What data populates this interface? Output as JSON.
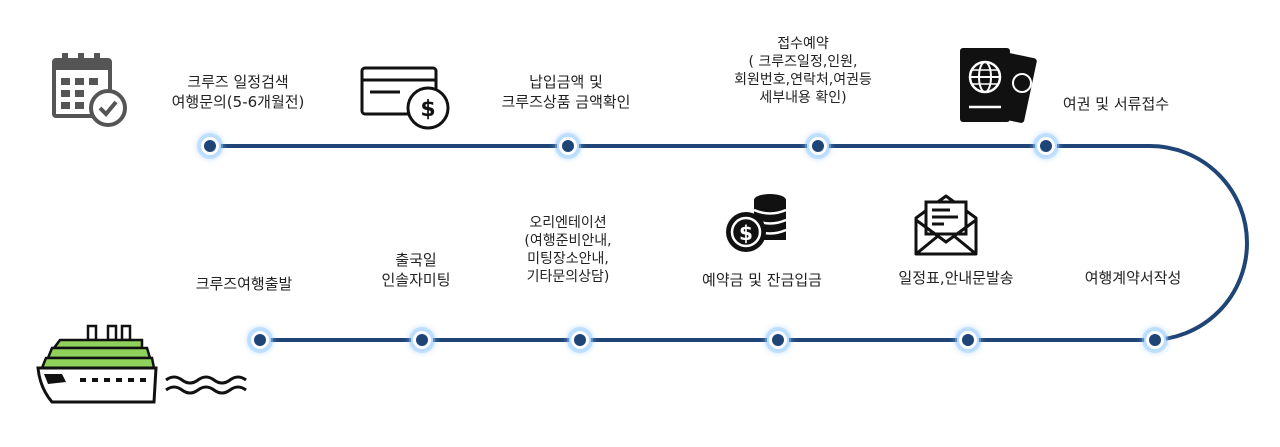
{
  "colors": {
    "track": "#1f4577",
    "node_fill": "#1f4577",
    "node_ring": "#ffffff",
    "glow": "#8fc8ff",
    "icon": "#4a4a4a",
    "ship_green": "#8fd15a"
  },
  "steps": [
    {
      "lines": [
        "크루즈 일정검색",
        "여행문의(5-6개월전)"
      ],
      "icon": "calendar-check-icon"
    },
    {
      "lines": [
        "납입금액 및",
        "크루즈상품 금액확인"
      ],
      "icon": "card-dollar-icon"
    },
    {
      "lines": [
        "접수예약",
        "( 크루즈일정,인원,",
        "회원번호,연락처,여권등",
        "세부내용 확인)"
      ],
      "icon": ""
    },
    {
      "lines": [
        "여권 및 서류접수"
      ],
      "icon": "passport-icon"
    },
    {
      "lines": [
        "여행계약서작성"
      ],
      "icon": ""
    },
    {
      "lines": [
        "일정표,안내문발송"
      ],
      "icon": "envelope-letter-icon"
    },
    {
      "lines": [
        "예약금 및 잔금입금"
      ],
      "icon": "coins-dollar-icon"
    },
    {
      "lines": [
        "오리엔테이션",
        "(여행준비안내,",
        "미팅장소안내,",
        "기타문의상담)"
      ],
      "icon": ""
    },
    {
      "lines": [
        "출국일",
        "인솔자미팅"
      ],
      "icon": ""
    },
    {
      "lines": [
        "크루즈여행출발"
      ],
      "icon": "cruise-ship-icon"
    }
  ]
}
